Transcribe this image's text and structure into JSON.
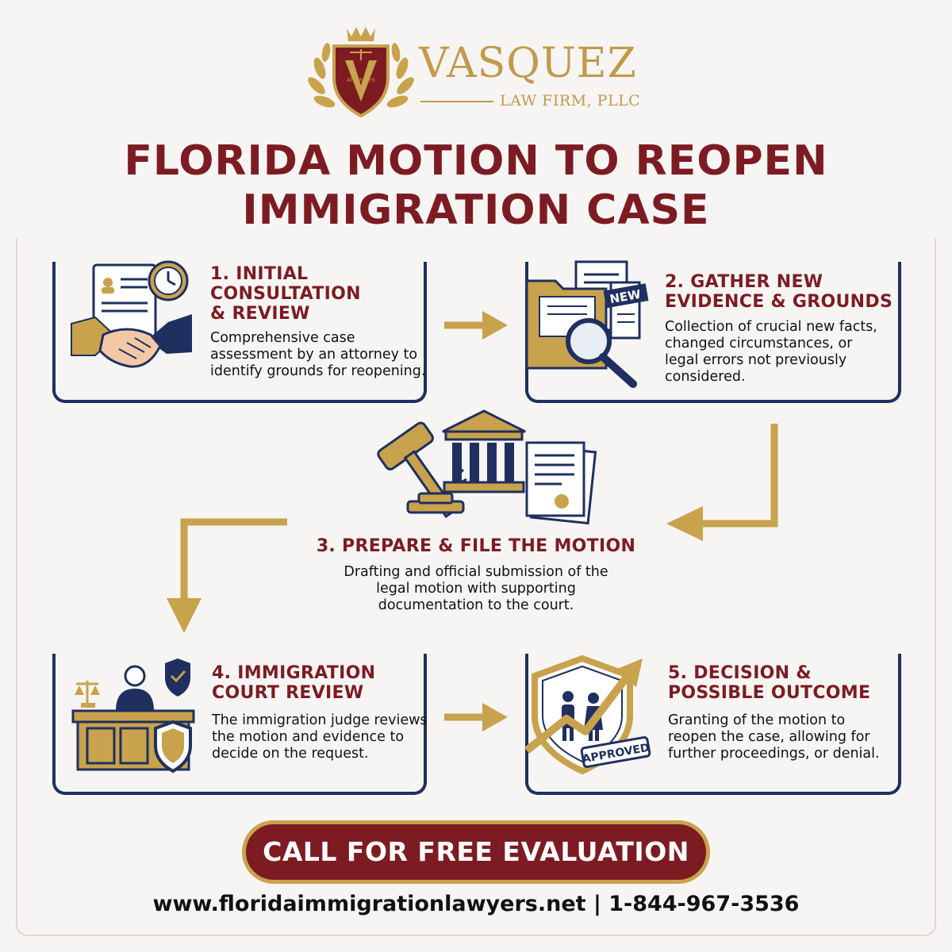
{
  "brand": {
    "name": "VASQUEZ",
    "subtitle": "LAW FIRM, PLLC",
    "crest_text": "ATTORNEYS"
  },
  "title": {
    "line1": "FLORIDA MOTION TO REOPEN",
    "line2": "IMMIGRATION CASE"
  },
  "steps": [
    {
      "title_lines": [
        "1. INITIAL",
        "CONSULTATION",
        "& REVIEW"
      ],
      "desc_lines": [
        "Comprehensive case",
        "assessment by an attorney to",
        "identify grounds for reopening."
      ],
      "icon": "handshake-document-clock-icon"
    },
    {
      "title_lines": [
        "2. GATHER NEW",
        "EVIDENCE & GROUNDS"
      ],
      "desc_lines": [
        "Collection of crucial new facts,",
        "changed circumstances, or",
        "legal errors not previously",
        "considered."
      ],
      "icon": "folder-magnifier-icon",
      "badge": "NEW"
    },
    {
      "title_lines": [
        "3. PREPARE & FILE THE MOTION"
      ],
      "desc_lines": [
        "Drafting and official submission of the",
        "legal motion with supporting",
        "documentation to the court."
      ],
      "icon": "gavel-courthouse-documents-icon"
    },
    {
      "title_lines": [
        "4. IMMIGRATION",
        "COURT REVIEW"
      ],
      "desc_lines": [
        "The immigration judge reviews",
        "the motion and evidence to",
        "decide on the request."
      ],
      "icon": "judge-bench-shield-icon"
    },
    {
      "title_lines": [
        "5. DECISION &",
        "POSSIBLE OUTCOME"
      ],
      "desc_lines": [
        "Granting of the motion to",
        "reopen the case, allowing for",
        "further proceedings, or denial."
      ],
      "icon": "shield-family-approved-icon",
      "badge": "APPROVED"
    }
  ],
  "cta": {
    "label": "CALL FOR FREE EVALUATION"
  },
  "contact": {
    "text": "www.floridaimmigrationlawyers.net | 1-844-967-3536"
  },
  "colors": {
    "maroon": "#7d1b23",
    "navy": "#1f3060",
    "gold": "#c9a24d",
    "background": "#f6f5f3"
  }
}
